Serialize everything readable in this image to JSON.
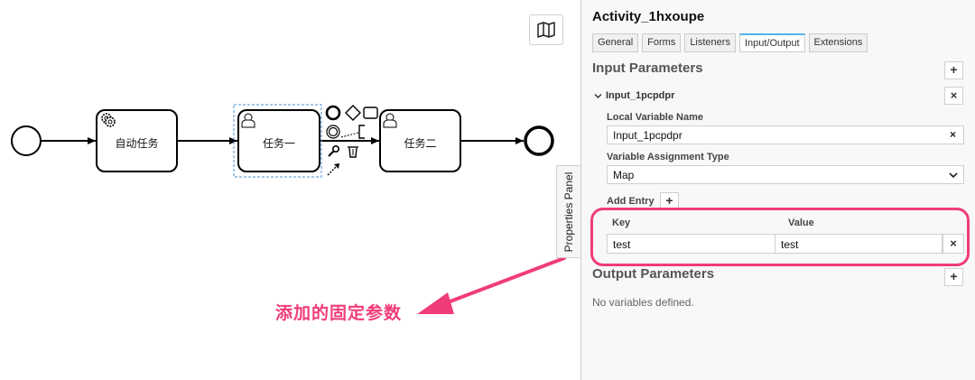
{
  "canvas": {
    "tasks": [
      {
        "label": "自动任务",
        "type": "service-task"
      },
      {
        "label": "任务一",
        "type": "user-task"
      },
      {
        "label": "任务二",
        "type": "user-task"
      }
    ],
    "annotation": "添加的固定参数",
    "accent_color": "#f03c78"
  },
  "properties_toggle": {
    "label": "Properties Panel"
  },
  "panel": {
    "title": "Activity_1hxoupe",
    "tabs": [
      {
        "label": "General",
        "active": false
      },
      {
        "label": "Forms",
        "active": false
      },
      {
        "label": "Listeners",
        "active": false
      },
      {
        "label": "Input/Output",
        "active": true
      },
      {
        "label": "Extensions",
        "active": false
      }
    ],
    "input": {
      "title": "Input Parameters",
      "add_symbol": "+",
      "parameter": {
        "name": "Input_1pcpdpr",
        "remove_symbol": "×",
        "local_variable_label": "Local Variable Name",
        "local_variable_value": "Input_1pcpdpr",
        "assignment_type_label": "Variable Assignment Type",
        "assignment_type_value": "Map",
        "add_entry_label": "Add Entry",
        "key_header": "Key",
        "value_header": "Value",
        "entries": [
          {
            "key": "test",
            "value": "test"
          }
        ]
      }
    },
    "output": {
      "title": "Output Parameters",
      "add_symbol": "+",
      "empty_text": "No variables defined."
    }
  }
}
